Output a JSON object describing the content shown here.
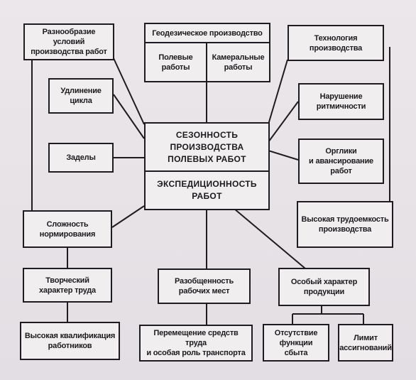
{
  "nodes": {
    "diversity": "Разнообразие условий\nпроизводства работ",
    "geodetic_title": "Геодезическое производство",
    "field_work": "Полевые\nработы",
    "office_work": "Камеральные\nработы",
    "technology": "Технология\nпроизводства",
    "cycle_extension": "Удлинение\nцикла",
    "rhythm_violation": "Нарушение\nритмичности",
    "backlogs": "Заделы",
    "center_top": "СЕЗОННОСТЬ\nПРОИЗВОДСТВА\nПОЛЕВЫХ РАБОТ",
    "center_bottom": "ЭКСПЕДИЦИОННОСТЬ\nРАБОТ",
    "org_advance": "Орглики\nи авансирование\nработ",
    "rationing_complexity": "Сложность\nнормирования",
    "labor_intensity": "Высокая трудоемкость\nпроизводства",
    "creative_labor": "Творческий\nхарактер труда",
    "dispersed_workplaces": "Разобщенность\nрабочих мест",
    "special_product": "Особый характер\nпродукции",
    "high_qualification": "Высокая квалификация\nработников",
    "transport_role": "Перемещение средств труда\nи особая роль транспорта",
    "no_sales": "Отсутствие\nфункции сбыта",
    "budget_limit": "Лимит\nассигнований"
  },
  "colors": {
    "ink": "#1e1c20",
    "paper": "#f1eef0"
  }
}
